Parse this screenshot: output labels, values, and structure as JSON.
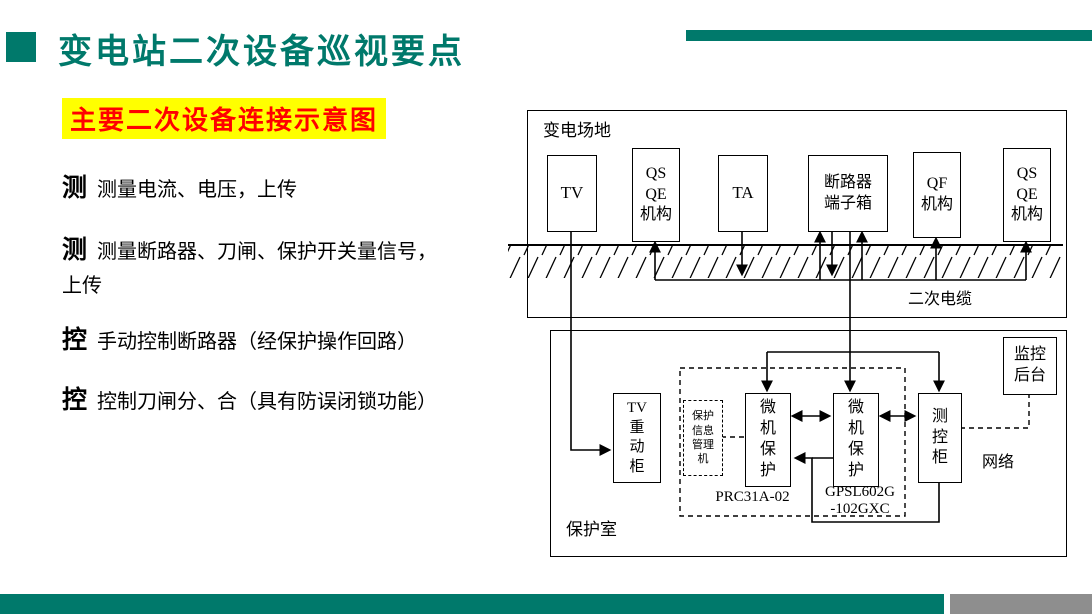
{
  "header": {
    "title": "变电站二次设备巡视要点"
  },
  "subtitle": "主要二次设备连接示意图",
  "points": [
    {
      "tag": "测",
      "text": "测量电流、电压，上传"
    },
    {
      "tag": "测",
      "text": "测量断路器、刀闸、保护开关量信号，\n上传"
    },
    {
      "tag": "控",
      "text": "手动控制断路器（经保护操作回路）"
    },
    {
      "tag": "控",
      "text": "控制刀闸分、合（具有防误闭锁功能）"
    }
  ],
  "diagram": {
    "area_labels": {
      "field": "变电场地",
      "room": "保护室",
      "cable": "二次电缆",
      "network": "网络"
    },
    "boxes": {
      "tv": "TV",
      "qsqe_left": "QS\nQE\n机构",
      "ta": "TA",
      "terminal_box": "断路器\n端子箱",
      "qf": "QF\n机构",
      "qsqe_right": "QS\nQE\n机构",
      "tv_relay": "TV\n重\n动\n柜",
      "info_mgr": "保护\n信息\n管理\n机",
      "prot1": "微\n机\n保\n护",
      "prot2": "微\n机\n保\n护",
      "ctrl_cabinet": "测\n控\n柜",
      "monitor": "监控\n后台"
    },
    "device_models": {
      "prot1": "PRC31A-02",
      "prot2": "GPSL602G\n-102GXC"
    }
  },
  "colors": {
    "accent_teal": "#00796b",
    "subtitle_red": "#ff0000",
    "highlight_yellow": "#ffff00",
    "footer_gray": "#8e8e8e"
  }
}
